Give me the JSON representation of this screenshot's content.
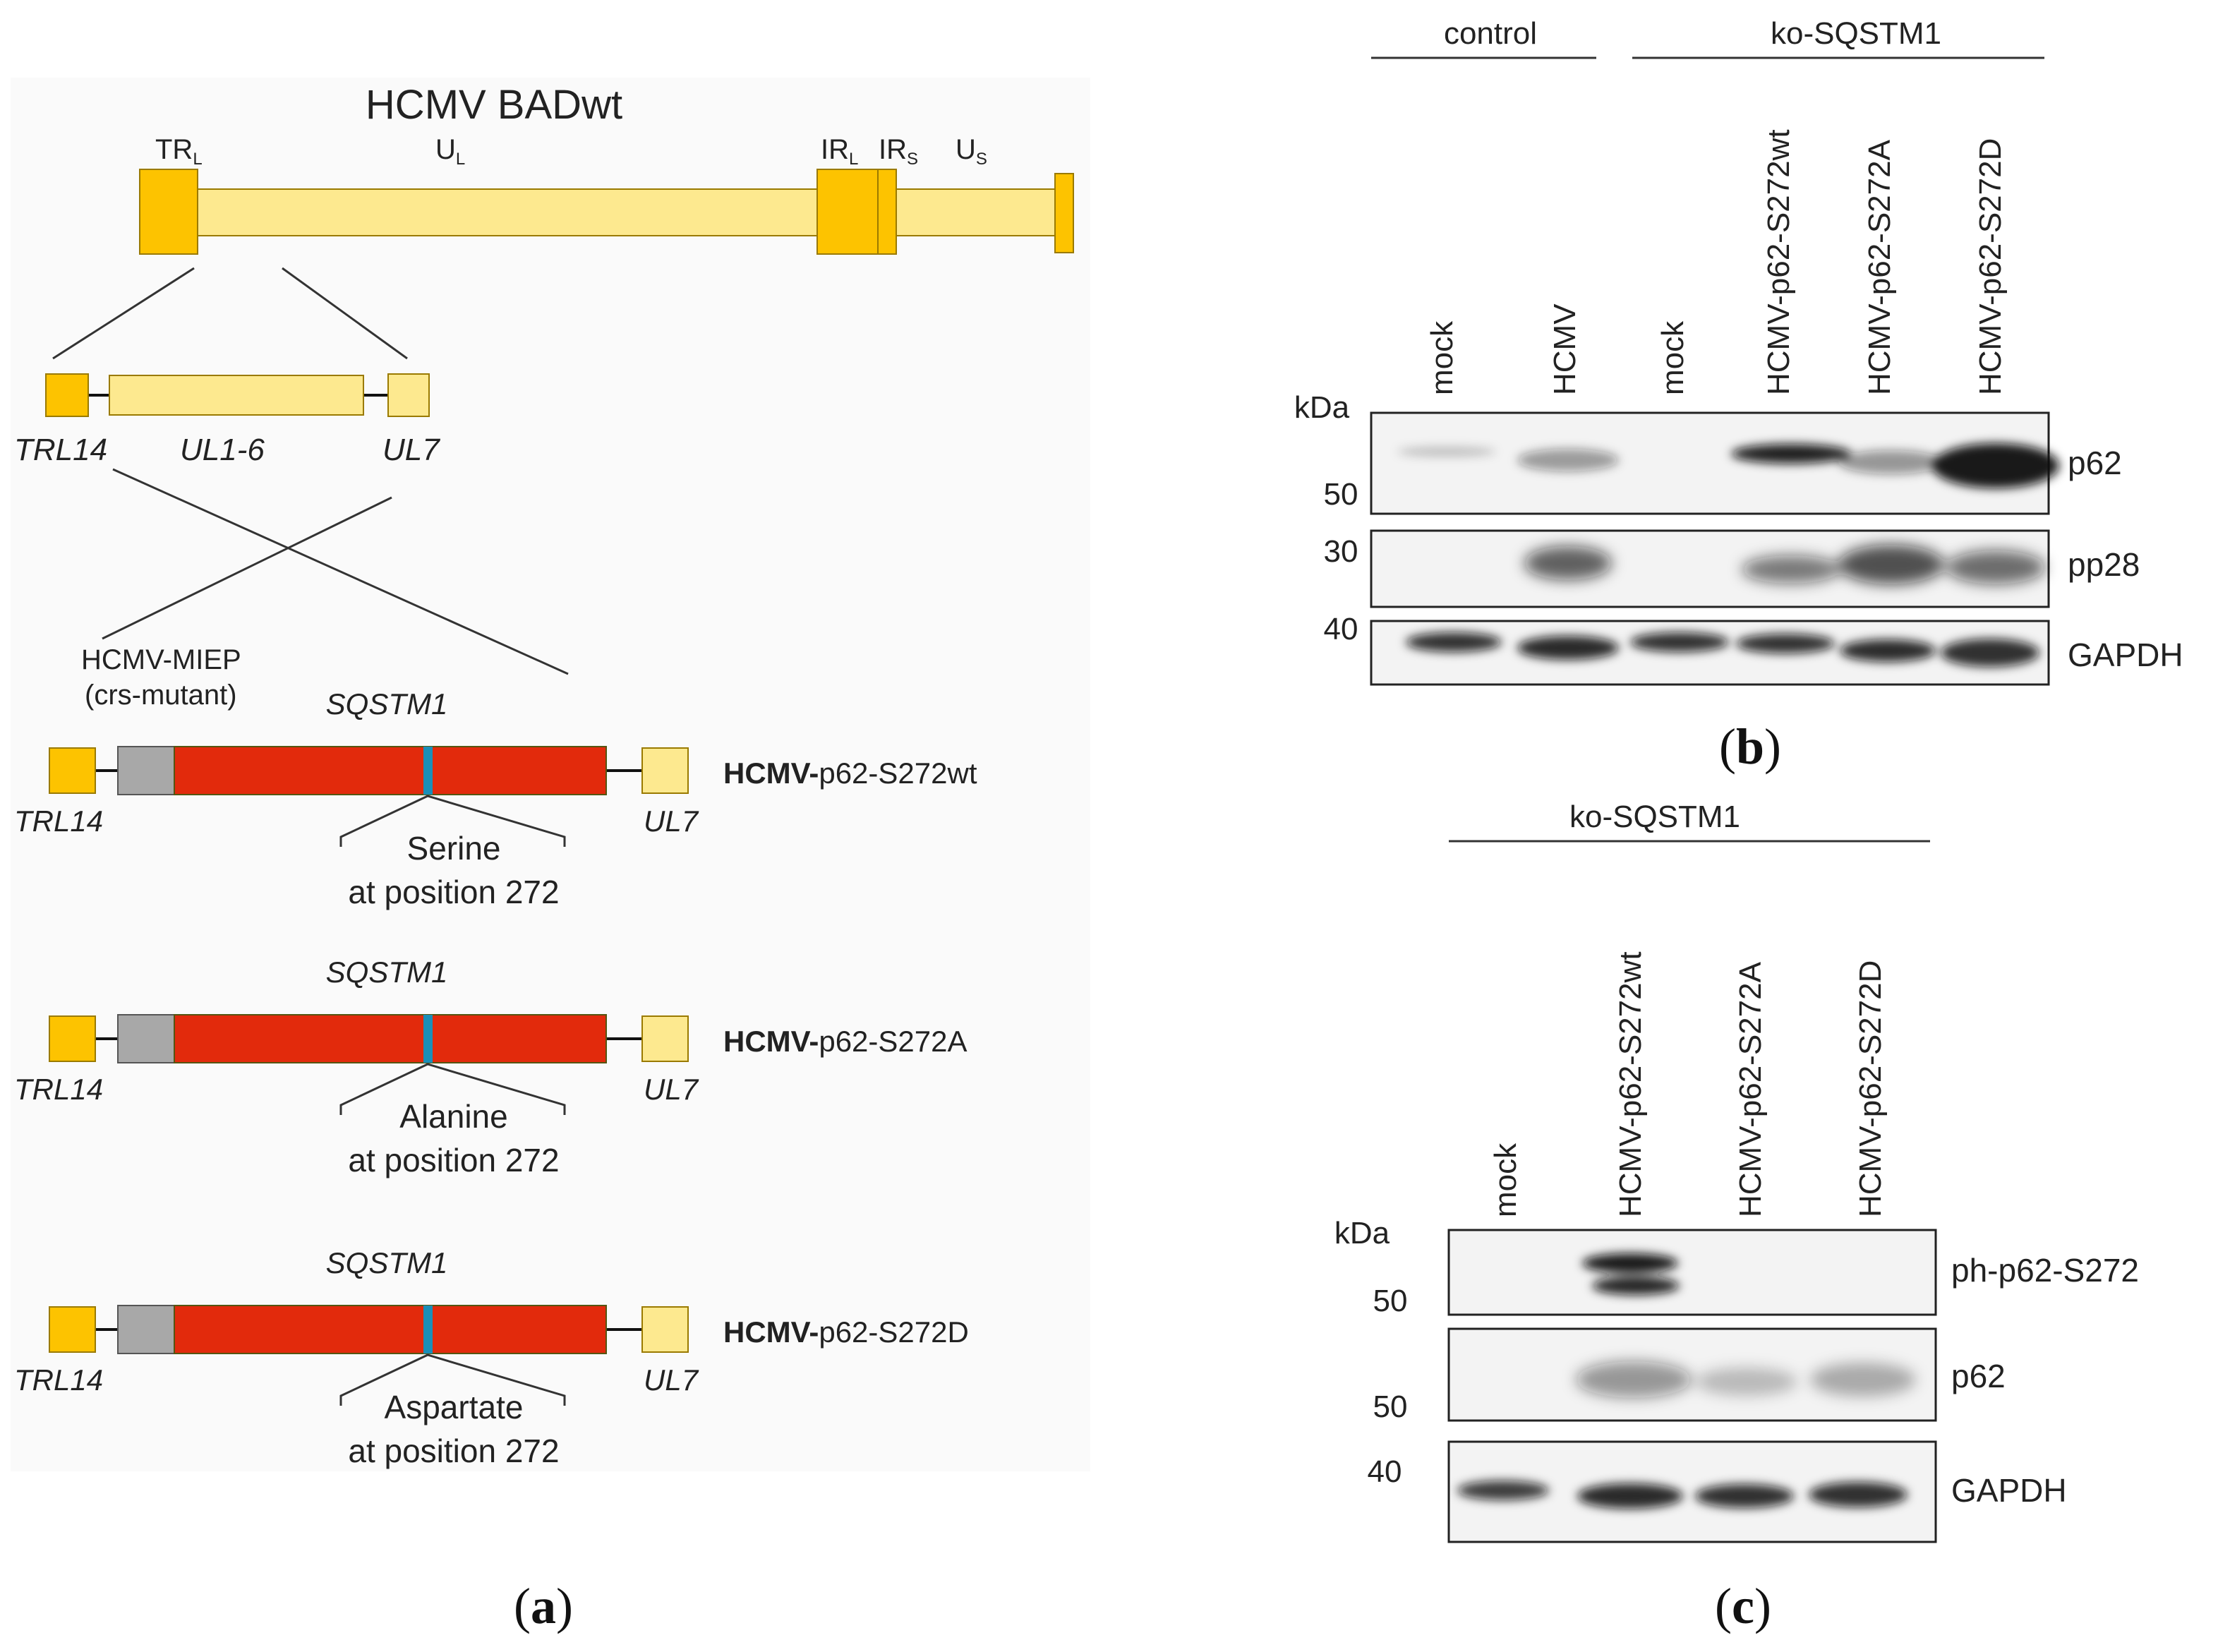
{
  "panel_a": {
    "genome_title": "HCMV BADwt",
    "segments": {
      "trl": "TR",
      "trl_sub": "L",
      "ul": "U",
      "ul_sub": "L",
      "irl": "IR",
      "irl_sub": "L",
      "irs": "IR",
      "irs_sub": "S",
      "us": "U",
      "us_sub": "S"
    },
    "locus": {
      "trl14": "TRL14",
      "ul1_6": "UL1-6",
      "ul7": "UL7"
    },
    "promoter": {
      "line1": "HCMV-MIEP",
      "line2": "(crs-mutant)"
    },
    "constructs": [
      {
        "gene": "SQSTM1",
        "left": "TRL14",
        "right": "UL7",
        "name_prefix": "HCMV-",
        "name_suffix": "p62-S272wt",
        "residue": "Serine",
        "position": "at position 272"
      },
      {
        "gene": "SQSTM1",
        "left": "TRL14",
        "right": "UL7",
        "name_prefix": "HCMV-",
        "name_suffix": "p62-S272A",
        "residue": "Alanine",
        "position": "at position 272"
      },
      {
        "gene": "SQSTM1",
        "left": "TRL14",
        "right": "UL7",
        "name_prefix": "HCMV-",
        "name_suffix": "p62-S272D",
        "residue": "Aspartate",
        "position": "at position 272"
      }
    ],
    "caption_open": "(",
    "caption_letter": "a",
    "caption_close": ")"
  },
  "panel_b": {
    "group_control": "control",
    "group_ko": "ko-SQSTM1",
    "lanes": [
      "mock",
      "HCMV",
      "mock",
      "HCMV-p62-S272wt",
      "HCMV-p62-S272A",
      "HCMV-p62-S272D"
    ],
    "kda": "kDa",
    "markers": [
      "50",
      "30",
      "40"
    ],
    "blots": [
      "p62",
      "pp28",
      "GAPDH"
    ],
    "caption_open": "(",
    "caption_letter": "b",
    "caption_close": ")"
  },
  "panel_c": {
    "group_ko": "ko-SQSTM1",
    "lanes": [
      "mock",
      "HCMV-p62-S272wt",
      "HCMV-p62-S272A",
      "HCMV-p62-S272D"
    ],
    "kda": "kDa",
    "markers": [
      "50",
      "50",
      "40"
    ],
    "blots": [
      "ph-p62-S272",
      "p62",
      "GAPDH"
    ],
    "caption_open": "(",
    "caption_letter": "c",
    "caption_close": ")"
  },
  "colors": {
    "terminal_repeat": "#FDC300",
    "unique_region": "#FDE98F",
    "sqstm1_orf": "#E22A0C",
    "promoter": "#A8A8A8",
    "s272_site": "#1A8FB8",
    "band": "#111111",
    "membrane": "#F3F3F3"
  }
}
